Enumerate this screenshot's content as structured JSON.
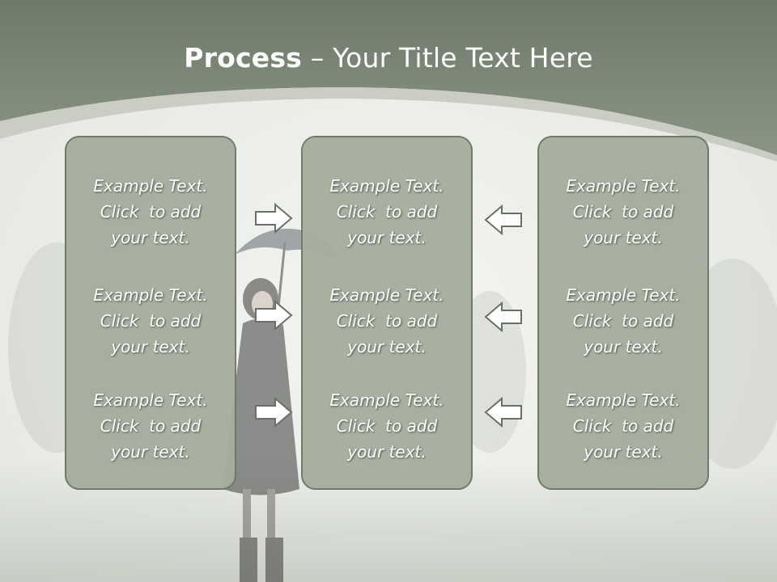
{
  "slide": {
    "title_bold": "Process",
    "title_rest": " – Your Title Text Here"
  },
  "columns": [
    {
      "items": [
        {
          "line1": "Example Text.",
          "line2": "Click  to add",
          "line3": "your text."
        },
        {
          "line1": "Example Text.",
          "line2": "Click  to add",
          "line3": "your text."
        },
        {
          "line1": "Example Text.",
          "line2": "Click  to add",
          "line3": "your text."
        }
      ]
    },
    {
      "items": [
        {
          "line1": "Example Text.",
          "line2": "Click  to add",
          "line3": "your text."
        },
        {
          "line1": "Example Text.",
          "line2": "Click  to add",
          "line3": "your text."
        },
        {
          "line1": "Example Text.",
          "line2": "Click  to add",
          "line3": "your text."
        }
      ]
    },
    {
      "items": [
        {
          "line1": "Example Text.",
          "line2": "Click  to add",
          "line3": "your text."
        },
        {
          "line1": "Example Text.",
          "line2": "Click  to add",
          "line3": "your text."
        },
        {
          "line1": "Example Text.",
          "line2": "Click  to add",
          "line3": "your text."
        }
      ]
    }
  ],
  "arrows": {
    "left_group": "right-arrow-icon",
    "right_group": "left-arrow-icon"
  },
  "colors": {
    "header": "#7d8877",
    "box_fill": "#a6ae9e",
    "box_border": "#6f7669",
    "text": "#ffffff"
  }
}
